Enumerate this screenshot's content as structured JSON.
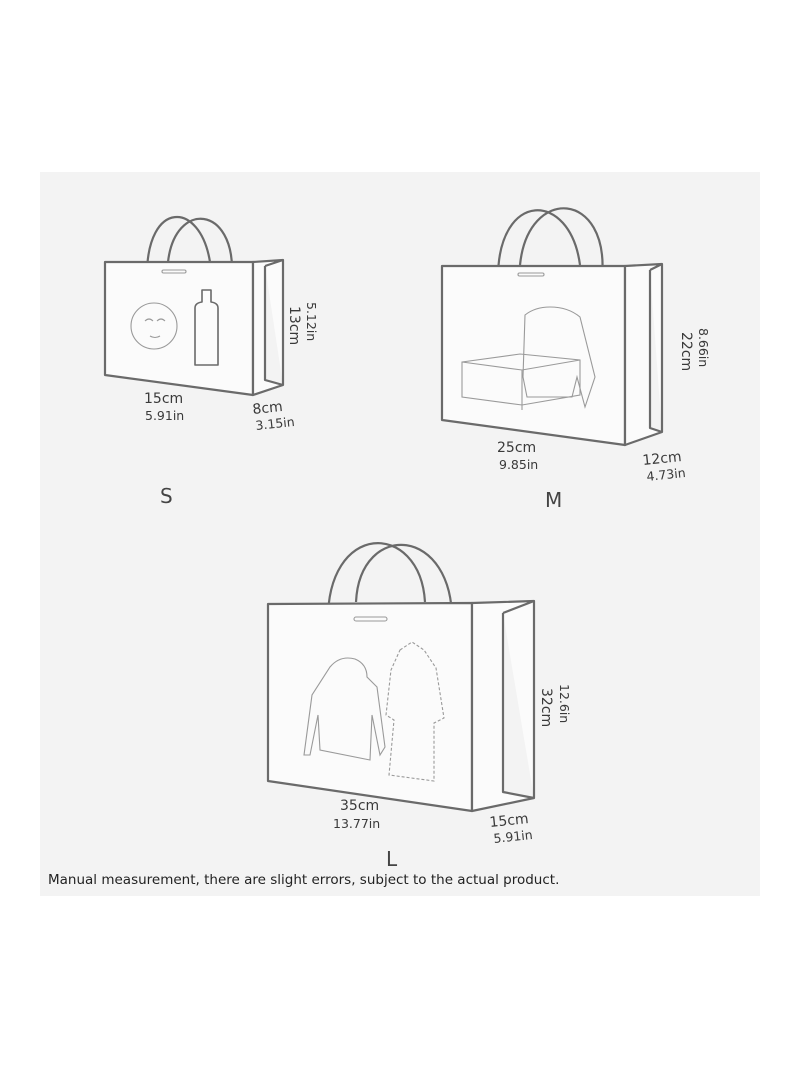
{
  "bags": {
    "small": {
      "label": "S",
      "width_cm": "15cm",
      "width_in": "5.91in",
      "depth_cm": "8cm",
      "depth_in": "3.15in",
      "height_cm": "13cm",
      "height_in": "5.12in",
      "contents": [
        "face-mask",
        "bottle"
      ]
    },
    "medium": {
      "label": "M",
      "width_cm": "25cm",
      "width_in": "9.85in",
      "depth_cm": "12cm",
      "depth_in": "4.73in",
      "height_cm": "22cm",
      "height_in": "8.66in",
      "contents": [
        "sweater",
        "shoe-box"
      ]
    },
    "large": {
      "label": "L",
      "width_cm": "35cm",
      "width_in": "13.77in",
      "depth_cm": "15cm",
      "depth_in": "5.91in",
      "height_cm": "32cm",
      "height_in": "12.6in",
      "contents": [
        "hooded-jacket",
        "trench-coat"
      ]
    }
  },
  "note": "Manual measurement, there are slight errors, subject to the actual product."
}
